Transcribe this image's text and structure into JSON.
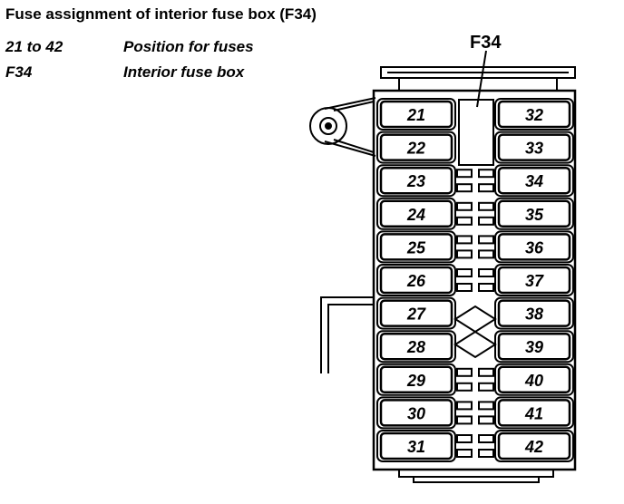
{
  "title": "Fuse assignment of interior fuse box (F34)",
  "legend": [
    {
      "code": "21 to 42",
      "description": "Position for fuses"
    },
    {
      "code": "F34",
      "description": "Interior fuse box"
    }
  ],
  "diagram": {
    "box_label": "F34",
    "left_fuses": [
      "21",
      "22",
      "23",
      "24",
      "25",
      "26",
      "27",
      "28",
      "29",
      "30",
      "31"
    ],
    "right_fuses": [
      "32",
      "33",
      "34",
      "35",
      "36",
      "37",
      "38",
      "39",
      "40",
      "41",
      "42"
    ]
  }
}
